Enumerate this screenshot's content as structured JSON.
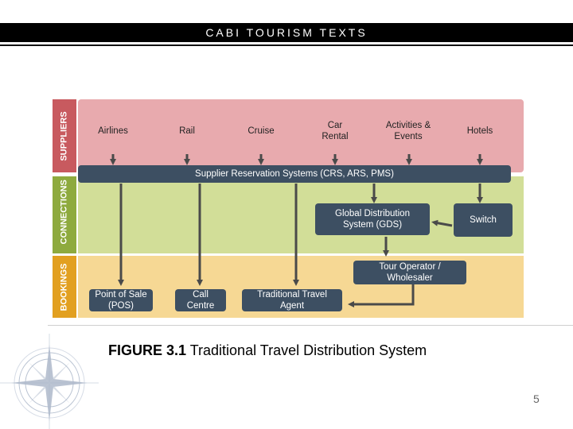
{
  "header": {
    "title": "CABI TOURISM TEXTS"
  },
  "side_labels": {
    "suppliers": "SUPPLIERS",
    "connections": "CONNECTIONS",
    "bookings": "BOOKINGS"
  },
  "suppliers": {
    "airlines": "Airlines",
    "rail": "Rail",
    "cruise": "Cruise",
    "car_rental": "Car Rental",
    "activities": "Activities & Events",
    "hotels": "Hotels"
  },
  "connections": {
    "reservation_systems": "Supplier Reservation Systems (CRS, ARS, PMS)",
    "gds": "Global Distribution System (GDS)",
    "switch": "Switch"
  },
  "bookings": {
    "tour_operator": "Tour Operator / Wholesaler",
    "pos": "Point of Sale (POS)",
    "call_centre": "Call Centre",
    "travel_agent": "Traditional Travel Agent"
  },
  "caption": {
    "figure_label": "FIGURE 3.1",
    "figure_text": " Traditional Travel Distribution System"
  },
  "page_number": "5",
  "colors": {
    "suppliers_band": "#e8aaae",
    "connections_band": "#d2de98",
    "bookings_band": "#f6d894",
    "dark_box": "#3d4f62",
    "arrow": "#4a4a4a"
  }
}
